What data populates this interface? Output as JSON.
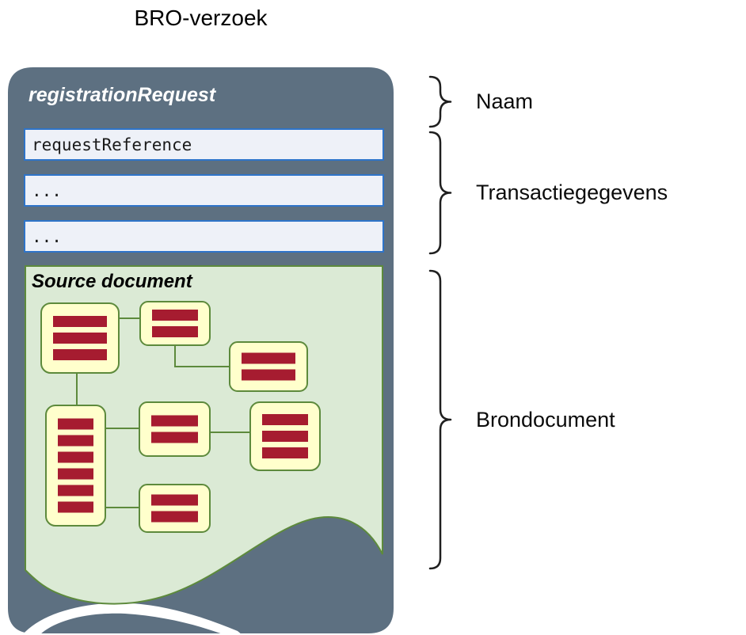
{
  "title": "BRO-verzoek",
  "envelope": {
    "header": "registrationRequest",
    "fields": [
      "requestReference",
      "...",
      "..."
    ],
    "source_document": {
      "label": "Source document",
      "nodes": [
        {
          "bars": 3
        },
        {
          "bars": 2
        },
        {
          "bars": 2
        },
        {
          "bars": 6
        },
        {
          "bars": 2
        },
        {
          "bars": 3
        },
        {
          "bars": 2
        }
      ]
    }
  },
  "annotations": [
    {
      "label": "Naam"
    },
    {
      "label": "Transactiegegevens"
    },
    {
      "label": "Brondocument"
    }
  ],
  "colors": {
    "envelope_bg": "#5d7081",
    "field_bg": "#eef1f8",
    "field_border": "#2e74c9",
    "panel_bg": "#dbead5",
    "panel_border": "#5d8a3c",
    "node_bg": "#ffffcc",
    "bar_color": "#a61c30"
  }
}
